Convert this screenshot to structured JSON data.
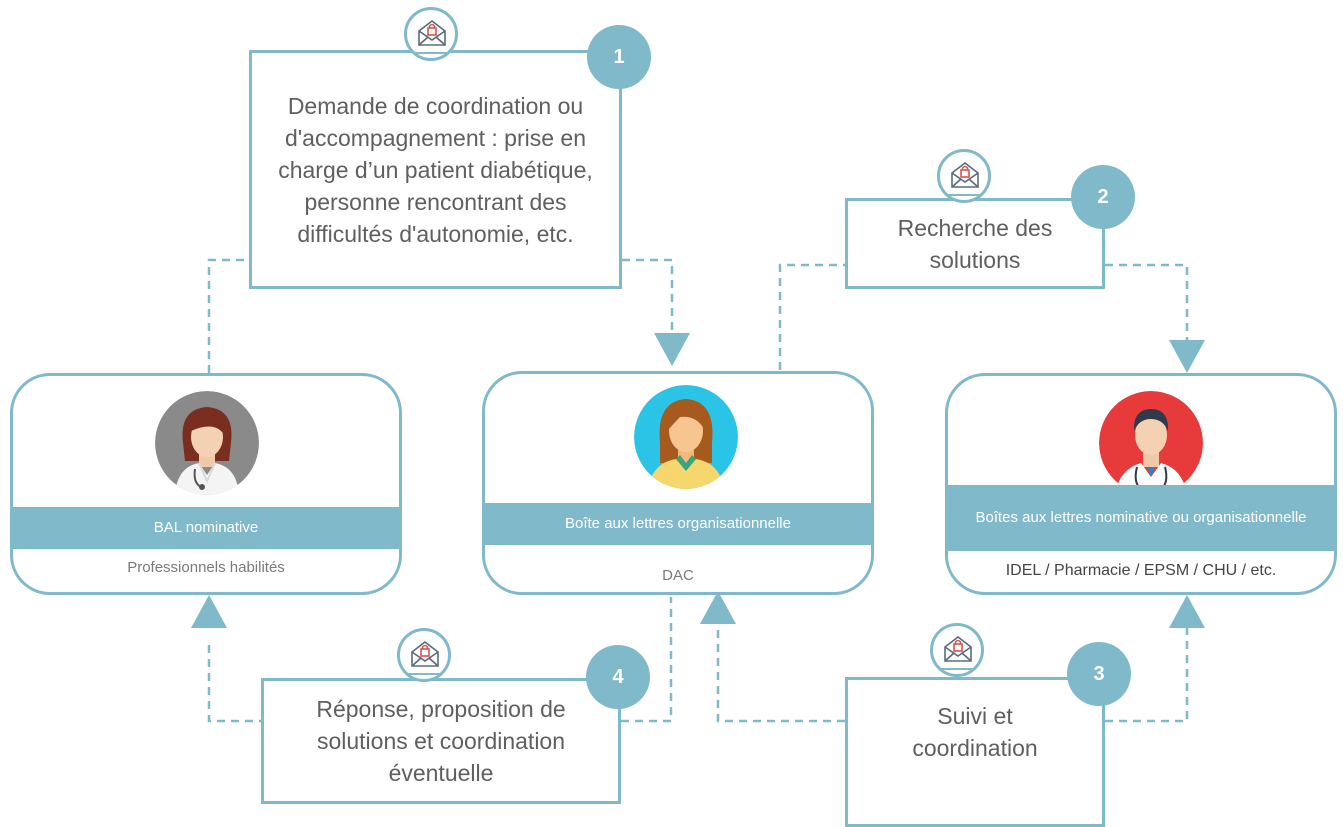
{
  "steps": [
    {
      "number": "1",
      "text": "Demande de coordination ou d'accompagnement : prise en charge d’un patient diabétique, personne rencontrant des difficultés d'autonomie, etc."
    },
    {
      "number": "2",
      "text": "Recherche des solutions"
    },
    {
      "number": "3",
      "text": "Suivi et coordination"
    },
    {
      "number": "4",
      "text": "Réponse, proposition de solutions et coordination éventuelle"
    }
  ],
  "nodes": [
    {
      "band": "BAL nominative",
      "sub": "Professionnels habilités",
      "avatar_icon": "female-doctor-avatar-icon"
    },
    {
      "band": "Boîte aux lettres organisationnelle",
      "sub": "DAC",
      "avatar_icon": "coordinator-avatar-icon"
    },
    {
      "band": "Boîtes aux lettres nominative ou organisationnelle",
      "sub": "IDEL / Pharmacie / EPSM / CHU / etc.",
      "avatar_icon": "male-doctor-avatar-icon"
    }
  ],
  "colors": {
    "accent": "#7fb9ca",
    "text": "#5f5f5f",
    "avatar_grey": "#8a8a8a",
    "avatar_cyan": "#2cc4e6",
    "avatar_red": "#e73a3a"
  },
  "icons": {
    "mail": "secure-mail-icon"
  }
}
